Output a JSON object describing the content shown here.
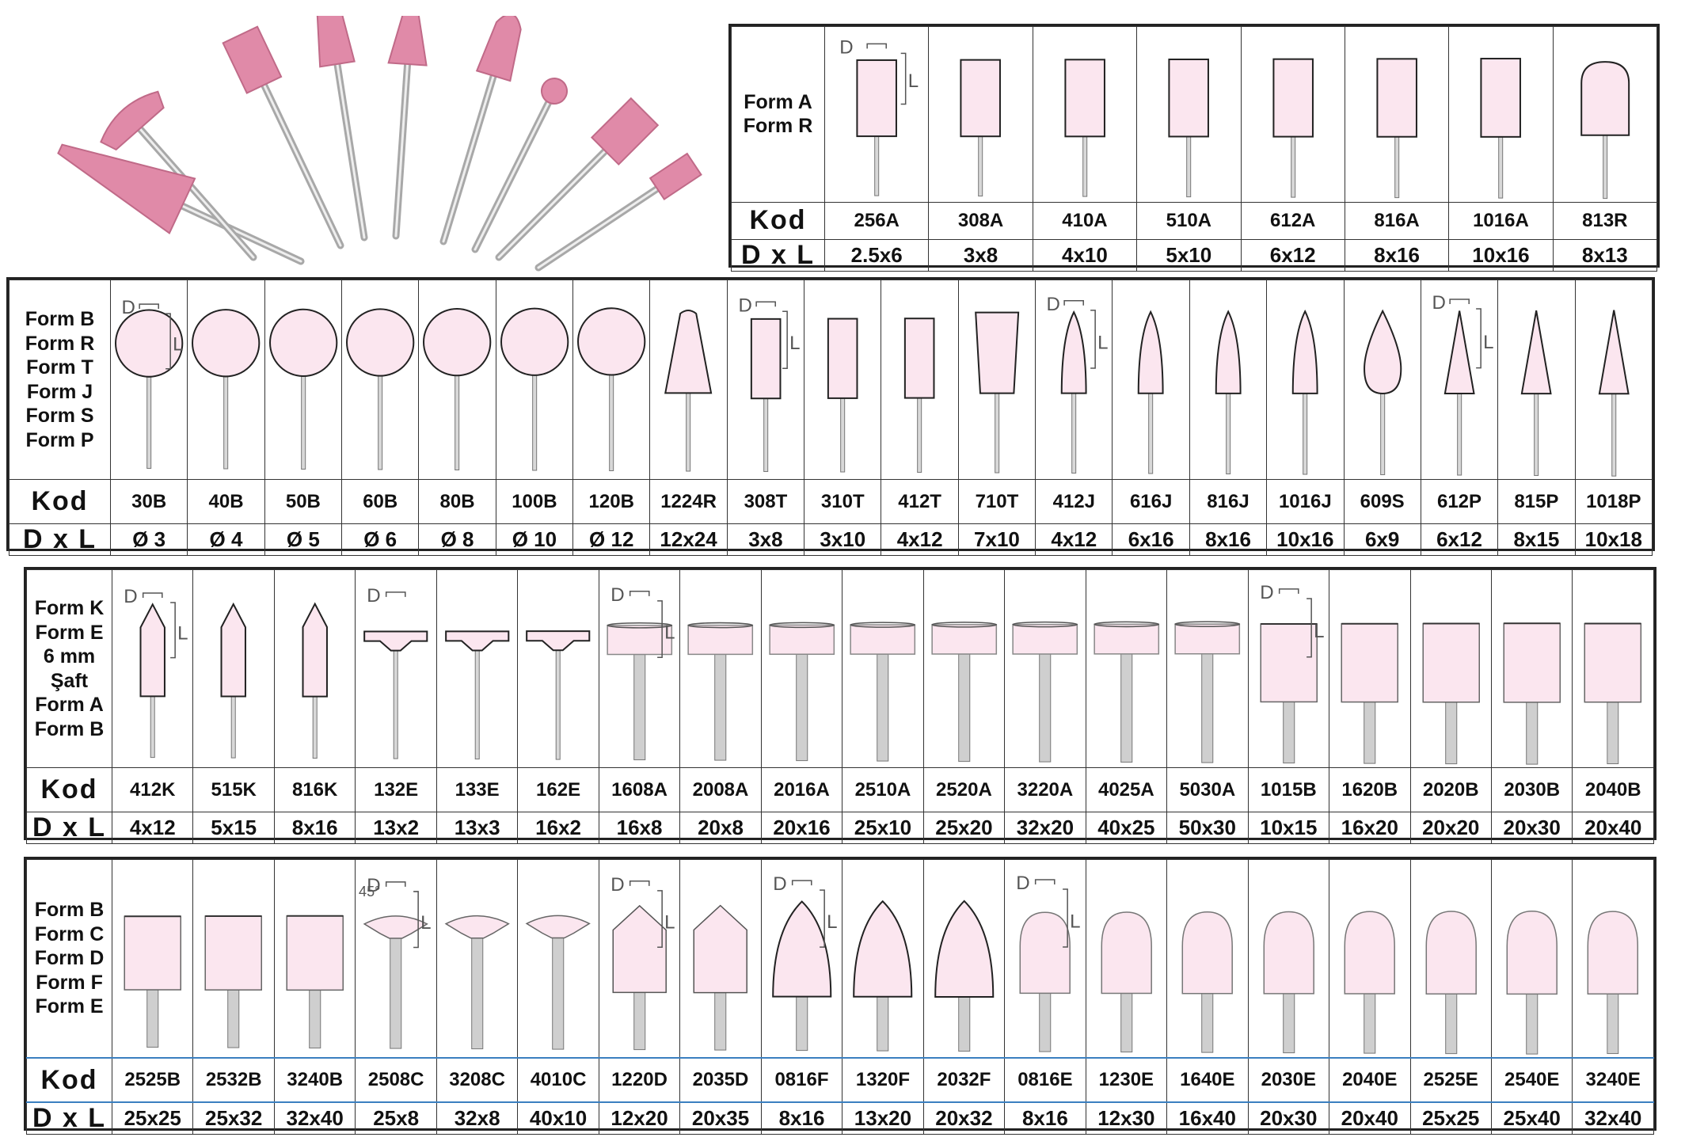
{
  "labels": {
    "kod": "Kod",
    "dxl": "D x L"
  },
  "colors": {
    "stone_fill": "#fbe6ef",
    "stone_stroke": "#222222",
    "photo_stone": "#e08aa8",
    "blue_rule": "#3a7fc0"
  },
  "photo": {
    "icon": "grinding-stones-photo"
  },
  "tables": [
    {
      "forms": [
        "Form A",
        "Form R"
      ],
      "items": [
        {
          "code": "256A",
          "dims": "2.5x6",
          "shape": "cyl",
          "ann": "DL"
        },
        {
          "code": "308A",
          "dims": "3x8",
          "shape": "cyl"
        },
        {
          "code": "410A",
          "dims": "4x10",
          "shape": "cyl"
        },
        {
          "code": "510A",
          "dims": "5x10",
          "shape": "cyl"
        },
        {
          "code": "612A",
          "dims": "6x12",
          "shape": "cyl"
        },
        {
          "code": "816A",
          "dims": "8x16",
          "shape": "cyl"
        },
        {
          "code": "1016A",
          "dims": "10x16",
          "shape": "cyl"
        },
        {
          "code": "813R",
          "dims": "8x13",
          "shape": "round"
        }
      ]
    },
    {
      "forms": [
        "Form B",
        "Form R",
        "Form T",
        "Form J",
        "Form S",
        "Form P"
      ],
      "items": [
        {
          "code": "30B",
          "dims": "Ø 3",
          "shape": "ball",
          "ann": "DL"
        },
        {
          "code": "40B",
          "dims": "Ø 4",
          "shape": "ball"
        },
        {
          "code": "50B",
          "dims": "Ø 5",
          "shape": "ball"
        },
        {
          "code": "60B",
          "dims": "Ø 6",
          "shape": "ball"
        },
        {
          "code": "80B",
          "dims": "Ø 8",
          "shape": "ball"
        },
        {
          "code": "100B",
          "dims": "Ø 10",
          "shape": "ball"
        },
        {
          "code": "120B",
          "dims": "Ø 12",
          "shape": "ball"
        },
        {
          "code": "1224R",
          "dims": "12x24",
          "shape": "taper"
        },
        {
          "code": "308T",
          "dims": "3x8",
          "shape": "cyl",
          "ann": "DL"
        },
        {
          "code": "310T",
          "dims": "3x10",
          "shape": "cyl"
        },
        {
          "code": "412T",
          "dims": "4x12",
          "shape": "cyl"
        },
        {
          "code": "710T",
          "dims": "7x10",
          "shape": "trap"
        },
        {
          "code": "412J",
          "dims": "4x12",
          "shape": "flame",
          "ann": "DL"
        },
        {
          "code": "616J",
          "dims": "6x16",
          "shape": "flame"
        },
        {
          "code": "816J",
          "dims": "8x16",
          "shape": "flame"
        },
        {
          "code": "1016J",
          "dims": "10x16",
          "shape": "flame"
        },
        {
          "code": "609S",
          "dims": "6x9",
          "shape": "drop"
        },
        {
          "code": "612P",
          "dims": "6x12",
          "shape": "cone",
          "ann": "DL"
        },
        {
          "code": "815P",
          "dims": "8x15",
          "shape": "cone"
        },
        {
          "code": "1018P",
          "dims": "10x18",
          "shape": "cone"
        }
      ]
    },
    {
      "forms": [
        "Form K",
        "Form E",
        "6 mm",
        "Şaft",
        "Form A",
        "Form B"
      ],
      "items": [
        {
          "code": "412K",
          "dims": "4x12",
          "shape": "bullet",
          "ann": "DL"
        },
        {
          "code": "515K",
          "dims": "5x15",
          "shape": "bullet"
        },
        {
          "code": "816K",
          "dims": "8x16",
          "shape": "bullet"
        },
        {
          "code": "132E",
          "dims": "13x2",
          "shape": "disc",
          "ann": "D"
        },
        {
          "code": "133E",
          "dims": "13x3",
          "shape": "disc"
        },
        {
          "code": "162E",
          "dims": "16x2",
          "shape": "disc"
        },
        {
          "code": "1608A",
          "dims": "16x8",
          "shape": "wheel",
          "ann": "DL"
        },
        {
          "code": "2008A",
          "dims": "20x8",
          "shape": "wheel"
        },
        {
          "code": "2016A",
          "dims": "20x16",
          "shape": "wheel"
        },
        {
          "code": "2510A",
          "dims": "25x10",
          "shape": "wheel"
        },
        {
          "code": "2520A",
          "dims": "25x20",
          "shape": "wheel"
        },
        {
          "code": "3220A",
          "dims": "32x20",
          "shape": "wheel"
        },
        {
          "code": "4025A",
          "dims": "40x25",
          "shape": "wheel"
        },
        {
          "code": "5030A",
          "dims": "50x30",
          "shape": "wheel"
        },
        {
          "code": "1015B",
          "dims": "10x15",
          "shape": "cup",
          "ann": "DL"
        },
        {
          "code": "1620B",
          "dims": "16x20",
          "shape": "cup"
        },
        {
          "code": "2020B",
          "dims": "20x20",
          "shape": "cup"
        },
        {
          "code": "2030B",
          "dims": "20x30",
          "shape": "cup"
        },
        {
          "code": "2040B",
          "dims": "20x40",
          "shape": "cup"
        }
      ]
    },
    {
      "forms": [
        "Form B",
        "Form C",
        "Form D",
        "Form F",
        "Form E"
      ],
      "angle": "45°",
      "items": [
        {
          "code": "2525B",
          "dims": "25x25",
          "shape": "cup"
        },
        {
          "code": "2532B",
          "dims": "25x32",
          "shape": "cup"
        },
        {
          "code": "3240B",
          "dims": "32x40",
          "shape": "cup"
        },
        {
          "code": "2508C",
          "dims": "25x8",
          "shape": "saucer",
          "ann": "DL"
        },
        {
          "code": "3208C",
          "dims": "32x8",
          "shape": "saucer"
        },
        {
          "code": "4010C",
          "dims": "40x10",
          "shape": "saucer"
        },
        {
          "code": "1220D",
          "dims": "12x20",
          "shape": "pointed",
          "ann": "DL"
        },
        {
          "code": "2035D",
          "dims": "20x35",
          "shape": "pointed"
        },
        {
          "code": "0816F",
          "dims": "8x16",
          "shape": "arch",
          "ann": "DL"
        },
        {
          "code": "1320F",
          "dims": "13x20",
          "shape": "arch"
        },
        {
          "code": "2032F",
          "dims": "20x32",
          "shape": "arch"
        },
        {
          "code": "0816E",
          "dims": "8x16",
          "shape": "egg",
          "ann": "DL"
        },
        {
          "code": "1230E",
          "dims": "12x30",
          "shape": "egg"
        },
        {
          "code": "1640E",
          "dims": "16x40",
          "shape": "egg"
        },
        {
          "code": "2030E",
          "dims": "20x30",
          "shape": "egg"
        },
        {
          "code": "2040E",
          "dims": "20x40",
          "shape": "egg"
        },
        {
          "code": "2525E",
          "dims": "25x25",
          "shape": "egg"
        },
        {
          "code": "2540E",
          "dims": "25x40",
          "shape": "egg"
        },
        {
          "code": "3240E",
          "dims": "32x40",
          "shape": "egg"
        }
      ]
    }
  ]
}
